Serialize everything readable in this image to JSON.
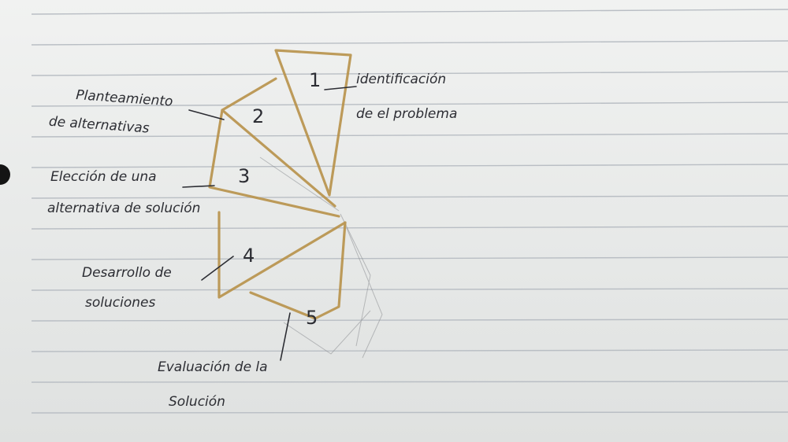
{
  "diagram": {
    "steps": [
      {
        "number": "1",
        "label_lines": [
          "identificación",
          "de el problema"
        ]
      },
      {
        "number": "2",
        "label_lines": [
          "Planteamiento",
          "de alternativas"
        ]
      },
      {
        "number": "3",
        "label_lines": [
          "Elección de una",
          "alternativa de solución"
        ]
      },
      {
        "number": "4",
        "label_lines": [
          "Desarrollo de",
          "soluciones"
        ]
      },
      {
        "number": "5",
        "label_lines": [
          "Evaluación de la",
          "Solución"
        ]
      }
    ]
  },
  "colors": {
    "paper": "#eceeed",
    "ruled_line": "#b9bec4",
    "pencil_ochre": "#b8924a",
    "ink": "#2c2d33"
  }
}
